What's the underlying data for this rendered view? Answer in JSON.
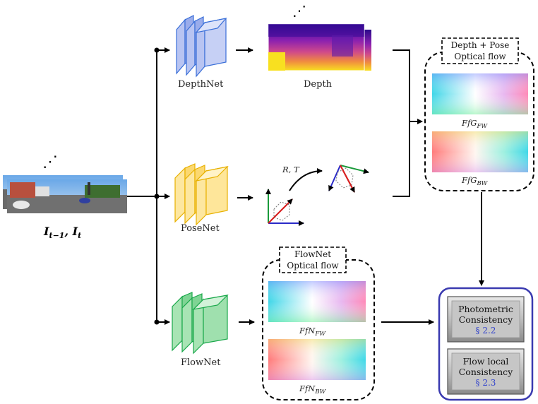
{
  "input": {
    "label_main": "I",
    "sub1": "t−1",
    "sep": ", ",
    "label_main2": "I",
    "sub2": "t",
    "ellipsis": "⋰"
  },
  "nets": {
    "depth": {
      "label": "DepthNet",
      "color": "#a9b8ee",
      "stroke": "#3a6fd8"
    },
    "pose": {
      "label": "PoseNet",
      "color": "#fbe08a",
      "stroke": "#e8b100"
    },
    "flow": {
      "label": "FlowNet",
      "color": "#8fdca0",
      "stroke": "#19a84a"
    }
  },
  "depth_output": {
    "label": "Depth",
    "ellipsis": "⋰"
  },
  "pose_output": {
    "label": "R, T"
  },
  "geo_box": {
    "title_line1": "Depth + Pose",
    "title_line2": "Optical flow",
    "fw_label": "FfG",
    "fw_sub": "FW",
    "bw_label": "FfG",
    "bw_sub": "BW"
  },
  "flownet_box": {
    "title_line1": "FlowNet",
    "title_line2": "Optical flow",
    "fw_label": "FfN",
    "fw_sub": "FW",
    "bw_label": "FfN",
    "bw_sub": "BW"
  },
  "loss_box": {
    "btn1_line1": "Photometric",
    "btn1_line2": "Consistency",
    "btn1_ref": "§ 2.2",
    "btn2_line1": "Flow local",
    "btn2_line2": "Consistency",
    "btn2_ref": "§ 2.3",
    "border_color": "#3a3ab0"
  }
}
